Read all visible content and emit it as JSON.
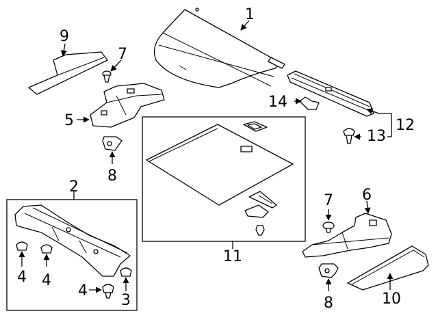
{
  "callouts": {
    "c1": "1",
    "c2": "2",
    "c3": "3",
    "c4a": "4",
    "c4b": "4",
    "c4c": "4",
    "c5": "5",
    "c6": "6",
    "c7a": "7",
    "c7b": "7",
    "c8a": "8",
    "c8b": "8",
    "c9": "9",
    "c10": "10",
    "c11": "11",
    "c12": "12",
    "c13": "13",
    "c14": "14"
  },
  "colors": {
    "line": "#000000",
    "background": "#ffffff"
  }
}
